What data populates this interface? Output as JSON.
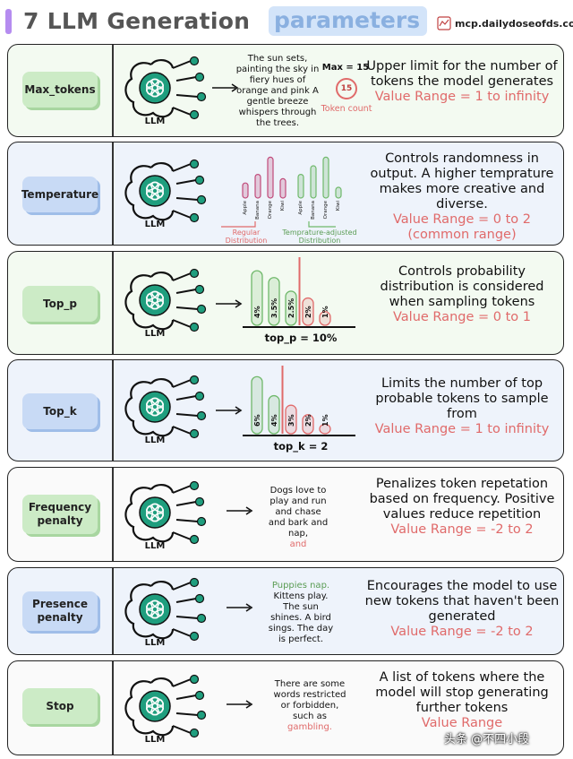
{
  "header": {
    "title_main": "7 LLM Generation",
    "title_highlight": "parameters",
    "site": "mcp.dailydoseofds.com"
  },
  "llm_label": "LLM",
  "rows": [
    {
      "label": "Max_tokens",
      "example_text": "The sun sets, painting the sky in fiery hues of orange and pink A gentle breeze whispers through the trees.",
      "max_label": "Max = 15",
      "token_value": "15",
      "token_count_label": "Token count",
      "description": "Upper limit for the number of tokens the model generates",
      "range": "Value Range = 1 to infinity"
    },
    {
      "label": "Temperature",
      "words": [
        "Apple",
        "Banana",
        "Orange",
        "Kiwi"
      ],
      "regular_values": [
        0.35,
        0.55,
        0.95,
        0.45
      ],
      "adjusted_values": [
        0.55,
        0.75,
        0.95,
        0.25
      ],
      "regular_caption": "Regular Distribution",
      "adjusted_caption": "Temprature-adjusted Distribution",
      "description": "Controls randomness in output. A higher temprature makes more creative and diverse.",
      "range": "Value Range = 0 to 2 (common range)"
    },
    {
      "label": "Top_p",
      "bars": [
        "4%",
        "3.5%",
        "2.5%",
        "2%",
        "1%"
      ],
      "bar_values": [
        4,
        3.5,
        2.5,
        2,
        1
      ],
      "caption": "top_p = 10%",
      "description": "Controls probability distribution is considered when sampling tokens",
      "range": "Value Range = 0 to 1"
    },
    {
      "label": "Top_k",
      "bars": [
        "6%",
        "4%",
        "3%",
        "2%",
        "1%"
      ],
      "bar_values": [
        6,
        4,
        3,
        2,
        1
      ],
      "caption": "top_k = 2",
      "description": "Limits the number of top probable tokens to sample from",
      "range": "Value Range = 1 to infinity"
    },
    {
      "label": "Frequency penalty",
      "example_text": "Dogs love to play and run and chase and bark and nap,",
      "example_red": "and",
      "description": "Penalizes token repetation based on frequency. Positive values reduce repetition",
      "range": "Value Range = -2 to 2"
    },
    {
      "label": "Presence penalty",
      "example_green": "Puppies nap.",
      "example_text": "Kittens play. The sun shines. A bird sings. The day is perfect.",
      "description": "Encourages the model to use new tokens that haven't been generated",
      "range": "Value Range = -2 to 2"
    },
    {
      "label": "Stop",
      "example_text": "There are some words restricted or forbidden, such as",
      "example_red": "gambling.",
      "description": "A list of tokens where the model will stop generating further tokens",
      "range": "Value Range"
    }
  ],
  "watermark": "头条 @不四小段",
  "colors": {
    "accent": "#b58cf0",
    "range_red": "#e06a6a",
    "llm_green": "#1f9e7e",
    "bar_green": "#6fb86a",
    "cut_red": "#e06a6a"
  }
}
